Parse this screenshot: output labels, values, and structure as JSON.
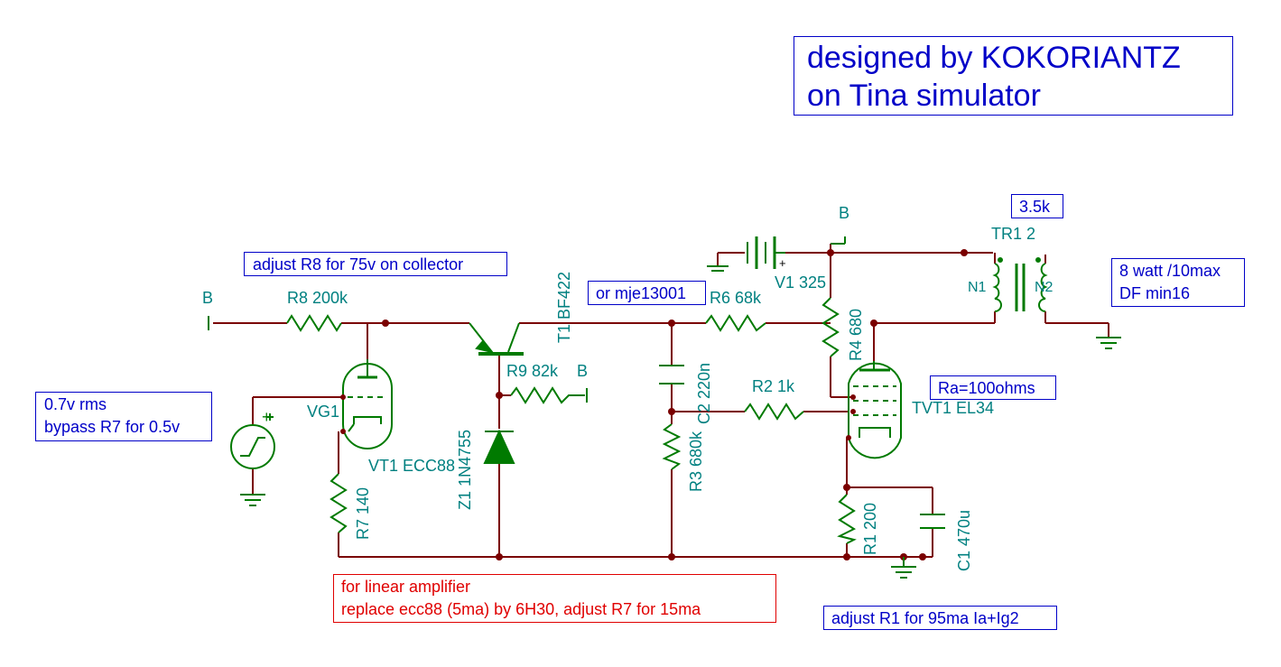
{
  "notes": {
    "designer_line1": "designed by KOKORIANTZ",
    "designer_line2": "on Tina simulator",
    "adjust_r8": "adjust R8 for 75v on collector",
    "alt_transistor": "or mje13001",
    "input_line1": "0.7v rms",
    "input_line2": "bypass R7 for 0.5v",
    "linear_line1": "for linear amplifier",
    "linear_line2": "replace ecc88 (5ma) by 6H30, adjust R7 for 15ma",
    "adjust_r1": "adjust R1 for 95ma Ia+Ig2",
    "ra": "Ra=100ohms",
    "transformer_z": "3.5k",
    "output_line1": "8 watt /10max",
    "output_line2": "DF min16"
  },
  "labels": {
    "b_left": "B",
    "r8": "R8 200k",
    "vg1": "VG1",
    "vt1": "VT1 ECC88",
    "r7": "R7 140",
    "t1": "T1 BF422",
    "z1": "Z1 1N4755",
    "r9": "R9 82k",
    "b_r9": "B",
    "r6": "R6 68k",
    "c2": "C2 220n",
    "r3": "R3 680k",
    "r2": "R2 1k",
    "v1": "V1 325",
    "b_top": "B",
    "r4": "R4 680",
    "tvt1": "TVT1 EL34",
    "r1": "R1 200",
    "c1": "C1 470u",
    "tr1": "TR1 2",
    "n1": "N1",
    "n2": "N2",
    "plus_source": "+",
    "plus_battery": "+"
  },
  "colors": {
    "wire": "#7a0000",
    "component": "#007a00",
    "label": "#008080",
    "note_text": "#0000c8",
    "warning_text": "#e00000"
  }
}
